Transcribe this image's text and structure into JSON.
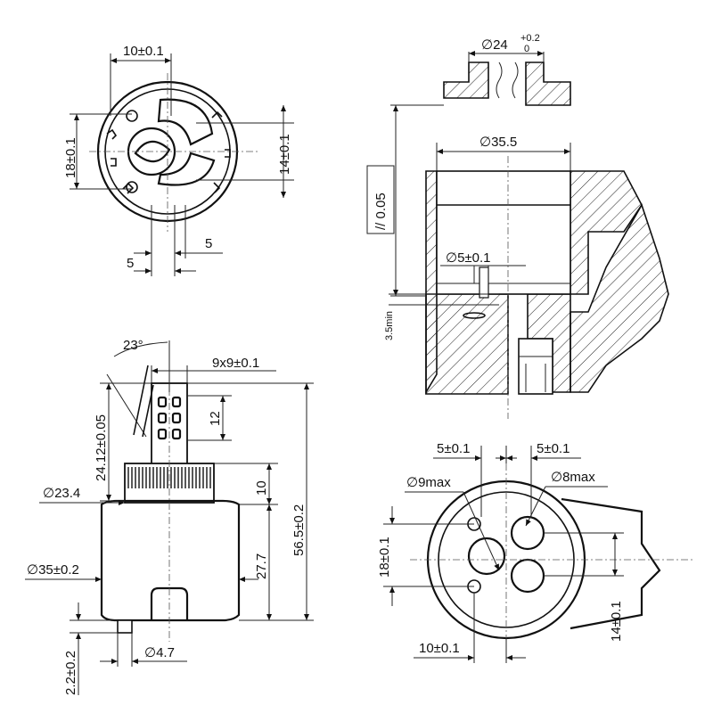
{
  "top_view": {
    "dim_width_top": "10±0.1",
    "dim_height_left": "18±0.1",
    "dim_height_right": "14±0.1",
    "dim_bottom_right": "5",
    "dim_bottom_left": "5"
  },
  "section_view": {
    "dim_fitting_diameter": "∅24",
    "dim_fitting_tol_upper": "+0.2",
    "dim_fitting_tol_lower": "0",
    "dim_bore_diameter": "∅35.5",
    "dim_parallelism": "// 0.05",
    "dim_pin_diameter": "∅5±0.1",
    "dim_min_depth": "3.5min"
  },
  "side_view": {
    "dim_angle": "23°",
    "dim_spline": "9x9±0.1",
    "dim_stem_height": "24.12±0.05",
    "dim_spline_height": "12",
    "dim_knurl_height": "10",
    "dim_body_height": "27.7",
    "dim_total_height": "56.5±0.2",
    "dim_knurl_diameter": "∅23.4",
    "dim_body_diameter": "∅35±0.2",
    "dim_pin_diameter": "∅4.7",
    "dim_pin_height": "2.2±0.2"
  },
  "base_view": {
    "dim_left_offset": "5±0.1",
    "dim_right_offset": "5±0.1",
    "dim_hole_9": "∅9max",
    "dim_hole_8": "∅8max",
    "dim_height_left": "18±0.1",
    "dim_height_right": "14±0.1",
    "dim_width_bottom": "10±0.1"
  }
}
